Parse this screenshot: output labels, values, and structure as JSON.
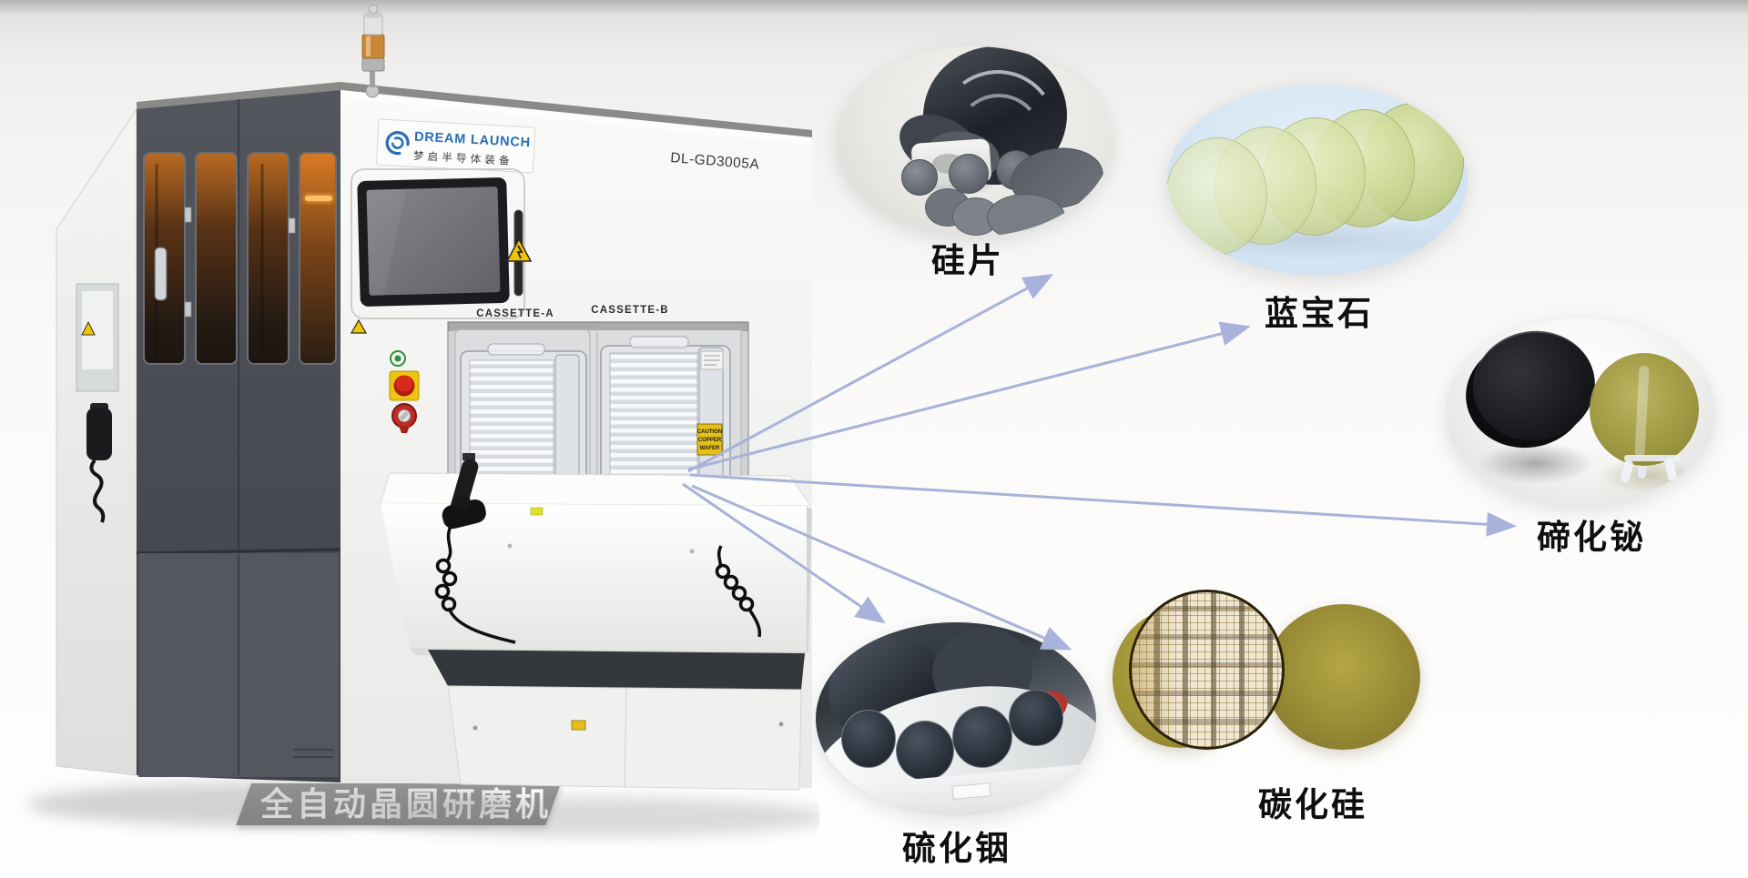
{
  "title_banner": "全自动晶圆研磨机",
  "machine": {
    "brand": "DREAM LAUNCH",
    "brand_cn": "梦启半导体装备",
    "model": "DL-GD3005A",
    "cassette_a": "CASSETTE-A",
    "cassette_b": "CASSETTE-B",
    "caution_sticker": [
      "CAUTION",
      "COPPER",
      "WAFER"
    ]
  },
  "materials": [
    {
      "id": "silicon",
      "label": "硅片"
    },
    {
      "id": "sapphire",
      "label": "蓝宝石"
    },
    {
      "id": "bismuth-telluride",
      "label": "碲化铋"
    },
    {
      "id": "indium-sulfide",
      "label": "硫化铟"
    },
    {
      "id": "silicon-carbide",
      "label": "碳化硅"
    }
  ],
  "colors": {
    "arrow": "#a8b2da",
    "brand_blue": "#2a6db5",
    "banner_bg": "#8a8a8e",
    "warning_yellow": "#f3c400",
    "door_panel": "#4b4f56",
    "interior_glow": "#c9873a"
  }
}
